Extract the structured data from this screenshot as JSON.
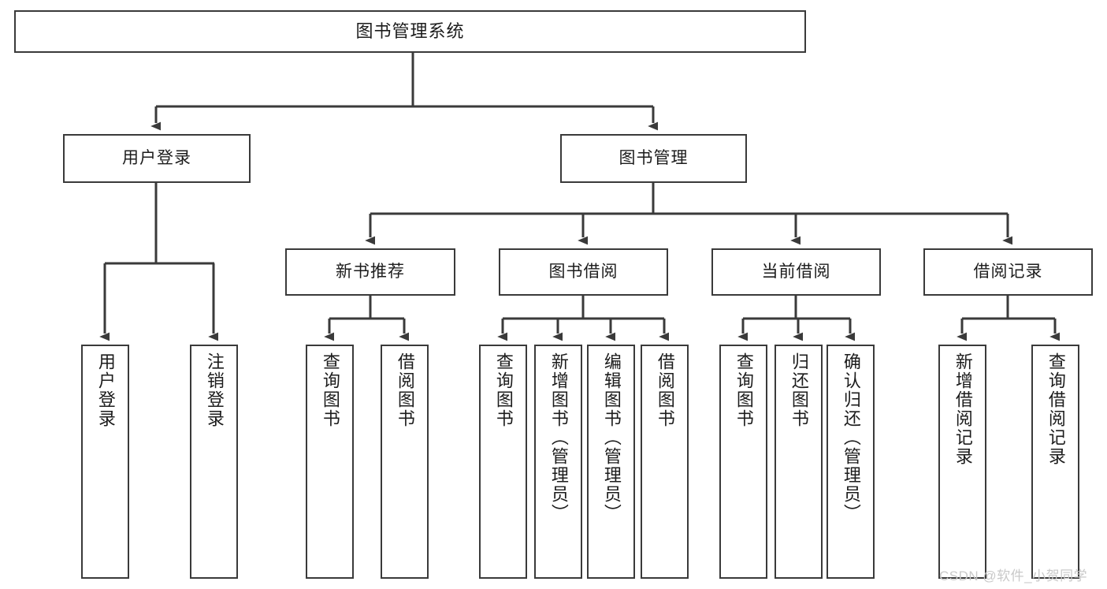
{
  "diagram": {
    "title": "图书管理系统",
    "type": "tree-hierarchy",
    "colors": {
      "stroke": "#3a3a3a",
      "text": "#1c1c1c",
      "background": "#ffffff",
      "watermark": "#c9c9c9"
    },
    "root": {
      "label": "图书管理系统"
    },
    "level2": [
      {
        "label": "用户登录"
      },
      {
        "label": "图书管理"
      }
    ],
    "level3": [
      {
        "label": "新书推荐"
      },
      {
        "label": "图书借阅"
      },
      {
        "label": "当前借阅"
      },
      {
        "label": "借阅记录"
      }
    ],
    "leaves": {
      "user_login": [
        {
          "label": "用户登录"
        },
        {
          "label": "注销登录"
        }
      ],
      "new_book_recommend": [
        {
          "label": "查询图书"
        },
        {
          "label": "借阅图书"
        }
      ],
      "book_borrow": [
        {
          "label": "查询图书"
        },
        {
          "label": "新增图书（管理员）"
        },
        {
          "label": "编辑图书（管理员）"
        },
        {
          "label": "借阅图书"
        }
      ],
      "current_borrow": [
        {
          "label": "查询图书"
        },
        {
          "label": "归还图书"
        },
        {
          "label": "确认归还（管理员）"
        }
      ],
      "borrow_record": [
        {
          "label": "新增借阅记录"
        },
        {
          "label": "查询借阅记录"
        }
      ]
    }
  },
  "watermark": {
    "text": "CSDN @软件_小贺同学"
  }
}
